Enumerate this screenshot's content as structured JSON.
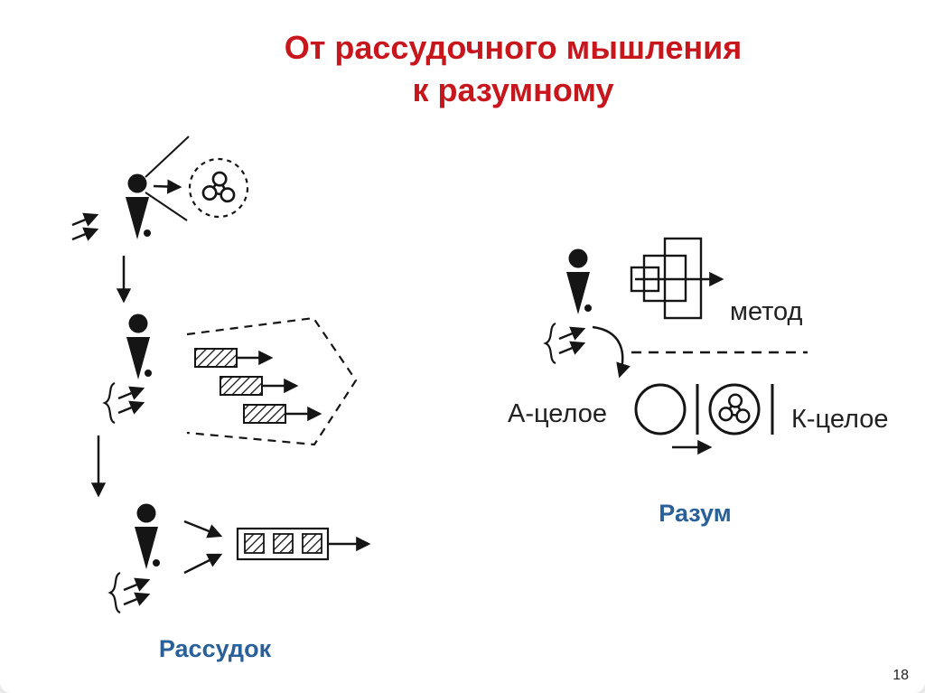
{
  "slide": {
    "title": {
      "line1": "От рассудочного мышления",
      "line2": "к разумному"
    },
    "page_number": "18"
  },
  "diagram": {
    "left": {
      "caption": "Рассудок"
    },
    "right": {
      "caption": "Разум",
      "labels": {
        "method": "метод",
        "a_whole": "А-целое",
        "k_whole": "К-целое"
      }
    }
  },
  "icons": {
    "person": "person-silhouette",
    "molecule": "three-node-molecule",
    "double_arrows": "double-arrow",
    "brace": "curly-brace",
    "dashed_circle": "dashed-circle",
    "hatched_box": "hatched-box"
  },
  "colors": {
    "title": "#c8161d",
    "captions": "#2a6099",
    "ink": "#1a1a1a",
    "background": "#ffffff"
  }
}
